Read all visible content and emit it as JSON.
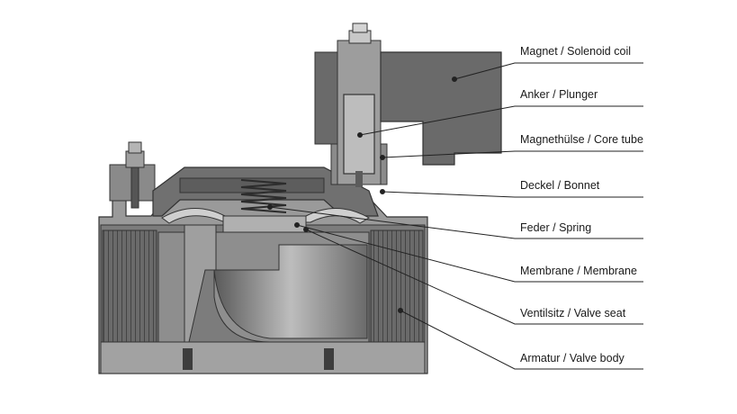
{
  "labels": [
    {
      "id": "solenoid",
      "text": "Magnet / Solenoid coil"
    },
    {
      "id": "plunger",
      "text": "Anker / Plunger"
    },
    {
      "id": "coretube",
      "text": "Magnethülse / Core tube"
    },
    {
      "id": "bonnet",
      "text": "Deckel / Bonnet"
    },
    {
      "id": "spring",
      "text": "Feder / Spring"
    },
    {
      "id": "membrane",
      "text": "Membrane / Membrane"
    },
    {
      "id": "seat",
      "text": "Ventilsitz / Valve seat"
    },
    {
      "id": "body",
      "text": "Armatur / Valve body"
    }
  ],
  "colors": {
    "dark": "#555555",
    "mid": "#8c8c8c",
    "light": "#c4c4c4",
    "line": "#222222"
  }
}
